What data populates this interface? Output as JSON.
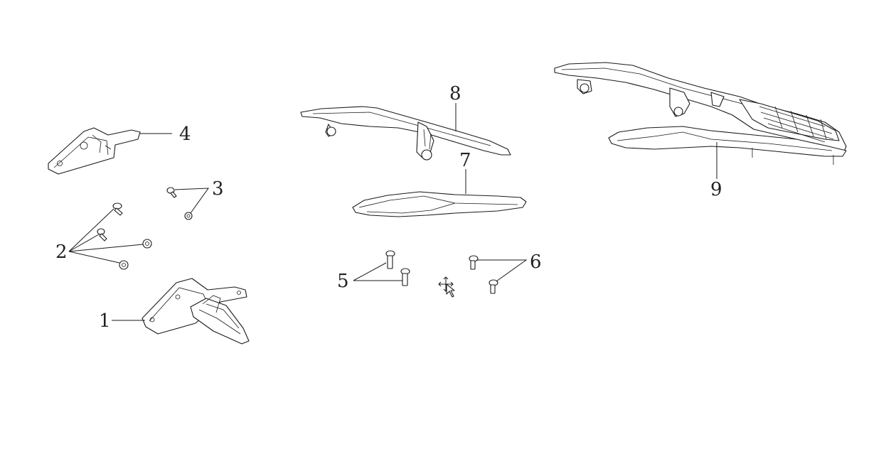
{
  "callouts": {
    "c1": "1",
    "c2": "2",
    "c3": "3",
    "c4": "4",
    "c5": "5",
    "c6": "6",
    "c7": "7",
    "c8": "8",
    "c9": "9"
  },
  "cursor": {
    "icon": "move-cursor-icon"
  }
}
